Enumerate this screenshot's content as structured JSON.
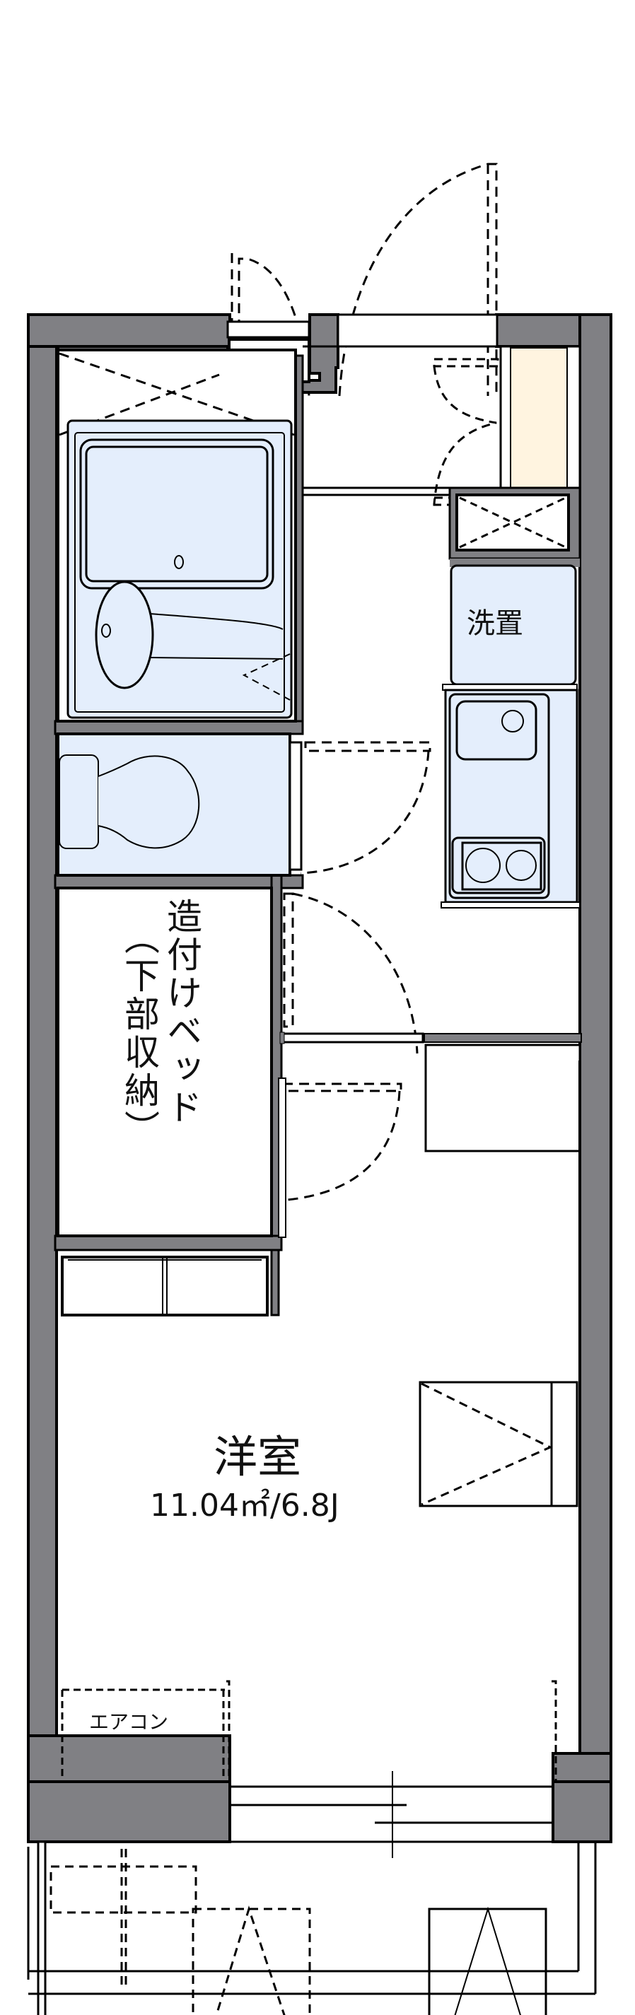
{
  "floorplan": {
    "colors": {
      "wall": "#808084",
      "wet_area": "#e4eefc",
      "storage_accent": "#fff4e0",
      "line": "#000000",
      "background": "#ffffff"
    },
    "rooms": {
      "washer_space": {
        "label": "洗置"
      },
      "built_in_bed": {
        "line1": "造付けベッド",
        "line2": "（下部収納）"
      },
      "western_room": {
        "label": "洋室",
        "area": "11.04㎡/6.8J"
      },
      "air_conditioner": {
        "label": "エアコン"
      }
    }
  }
}
